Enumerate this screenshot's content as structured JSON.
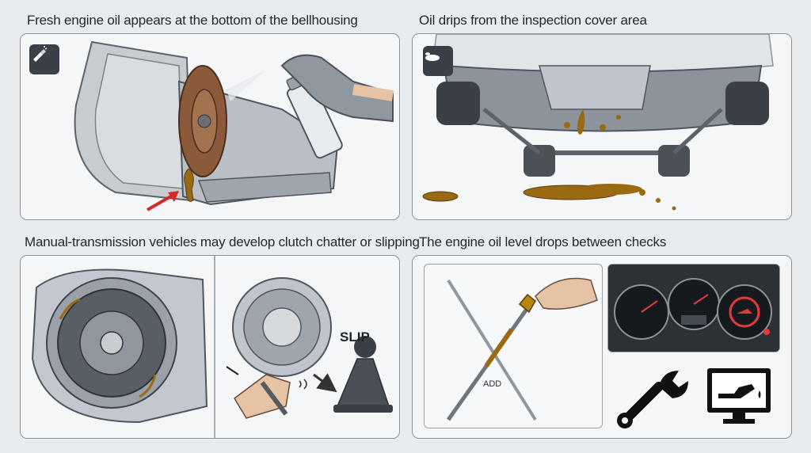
{
  "panels": [
    {
      "caption": "Fresh engine oil appears at the bottom of the bellhousing",
      "icon": "flashlight-icon"
    },
    {
      "caption": "Oil drips from the inspection cover area",
      "icon": "oil-puddle-icon"
    },
    {
      "caption": "Manual-transmission vehicles may develop clutch chatter or slipping",
      "slip_label": "SLIP"
    },
    {
      "caption": "The engine oil level drops between checks",
      "dipstick_label": "ADD"
    }
  ],
  "colors": {
    "oil": "#9a6a12",
    "oil_dark": "#5a3c0c",
    "arrow": "#d62828",
    "badge": "#3b4048",
    "warning": "#e33b3b"
  }
}
